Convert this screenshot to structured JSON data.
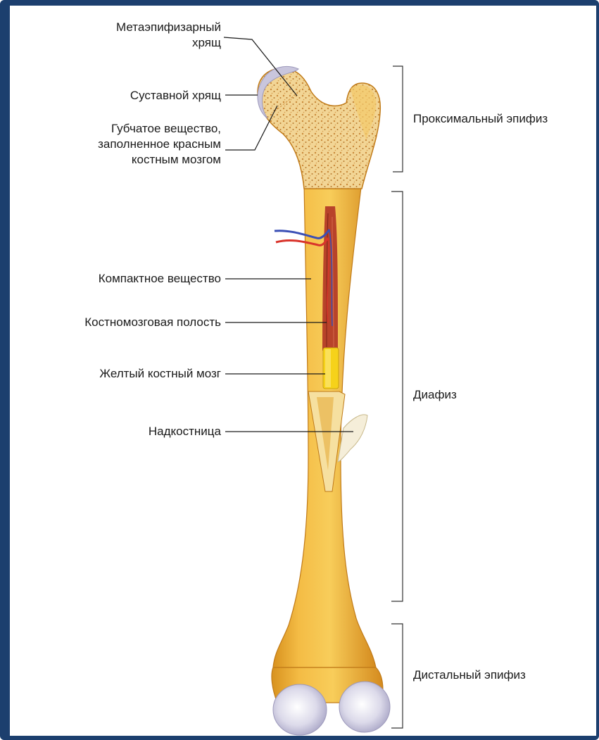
{
  "labels": {
    "metaphyseal_cartilage": [
      "Метаэпифизарный",
      "хрящ"
    ],
    "articular_cartilage": "Суставной хрящ",
    "spongy_bone": [
      "Губчатое вещество,",
      "заполненное красным",
      "костным мозгом"
    ],
    "compact_bone": "Компактное вещество",
    "medullary_cavity": "Костномозговая полость",
    "yellow_marrow": "Желтый костный мозг",
    "periosteum": "Надкостница"
  },
  "regions": {
    "proximal_epiphysis": "Проксимальный эпифиз",
    "diaphysis": "Диафиз",
    "distal_epiphysis": "Дистальный эпифиз"
  },
  "colors": {
    "frame": "#1c3f6e",
    "bone": "#f2b43c",
    "bone_dark": "#d48a1e",
    "spongy": "#f3d79a",
    "cartilage": "#c9c6dd",
    "marrow_red": "#b8432a",
    "marrow_yellow": "#f6d21a",
    "artery": "#d9342b",
    "vein": "#3a4fb5",
    "periosteum": "#f5eed9"
  }
}
